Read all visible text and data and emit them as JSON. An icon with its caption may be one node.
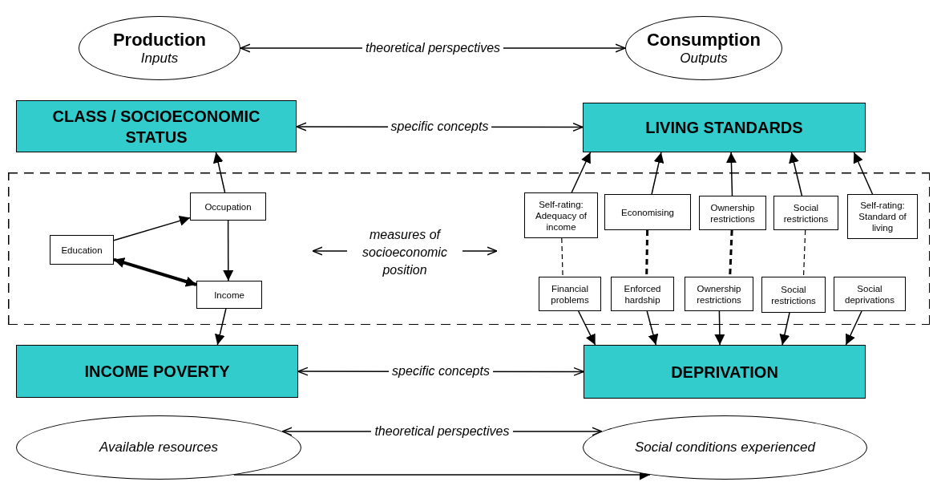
{
  "diagram": {
    "nodes": [
      {
        "text": [
          "Production",
          "Inputs"
        ]
      },
      {
        "text": [
          "Consumption",
          "Outputs"
        ]
      },
      {
        "text": [
          "CLASS / SOCIOECONOMIC STATUS"
        ]
      },
      {
        "text": [
          "LIVING STANDARDS"
        ]
      },
      {
        "text": [],
        "shape": "box"
      },
      {
        "text": [
          "Occupation"
        ],
        "in": 4
      },
      {
        "text": [
          "Education"
        ],
        "in": 4
      },
      {
        "text": [
          "Income"
        ],
        "in": 4
      },
      {
        "text": [
          "Self-rating: Adequacy of income"
        ],
        "in": 4
      },
      {
        "text": [
          "Economising"
        ],
        "in": 4
      },
      {
        "text": [
          "Ownership restrictions"
        ],
        "in": 4
      },
      {
        "text": [
          "Social restrictions"
        ],
        "in": 4
      },
      {
        "text": [
          "Self-rating: Standard of living"
        ],
        "in": 4
      },
      {
        "text": [
          "Financial problems"
        ],
        "in": 4
      },
      {
        "text": [
          "Enforced hardship"
        ],
        "in": 4
      },
      {
        "text": [
          "Ownership restrictions"
        ],
        "in": 4
      },
      {
        "text": [
          "Social restrictions"
        ],
        "in": 4
      },
      {
        "text": [
          "Social deprivations"
        ],
        "in": 4
      },
      {
        "text": [
          "INCOME POVERTY"
        ]
      },
      {
        "text": [
          "DEPRIVATION"
        ]
      },
      {
        "text": [
          "Available resources"
        ]
      },
      {
        "text": [
          "Social conditions experienced"
        ]
      }
    ],
    "edges": [
      {
        "from": 0,
        "to": 1,
        "arrow": "both",
        "label": "theoretical perspectives"
      },
      {
        "from": 2,
        "to": 3,
        "arrow": "both",
        "label": "specific concepts"
      },
      {
        "from": 6,
        "to": 5,
        "arrow": "to"
      },
      {
        "from": 5,
        "to": 7,
        "arrow": "to"
      },
      {
        "from": 6,
        "to": 7,
        "arrow": "both",
        "style": "thick"
      },
      {
        "from": 5,
        "to": 2,
        "arrow": "to"
      },
      {
        "from": 7,
        "to": 18,
        "arrow": "to"
      },
      {
        "from": 8,
        "to": 3,
        "arrow": "to"
      },
      {
        "from": 9,
        "to": 3,
        "arrow": "to"
      },
      {
        "from": 10,
        "to": 3,
        "arrow": "to"
      },
      {
        "from": 11,
        "to": 3,
        "arrow": "to"
      },
      {
        "from": 12,
        "to": 3,
        "arrow": "to"
      },
      {
        "from": 8,
        "to": 13,
        "arrow": "none",
        "style": "dashed"
      },
      {
        "from": 9,
        "to": 14,
        "arrow": "none",
        "style": "dashed"
      },
      {
        "from": 10,
        "to": 15,
        "arrow": "none",
        "style": "dashed"
      },
      {
        "from": 11,
        "to": 16,
        "arrow": "none",
        "style": "dashed"
      },
      {
        "from": 13,
        "to": 19,
        "arrow": "to"
      },
      {
        "from": 14,
        "to": 19,
        "arrow": "to"
      },
      {
        "from": 15,
        "to": 19,
        "arrow": "to"
      },
      {
        "from": 16,
        "to": 19,
        "arrow": "to"
      },
      {
        "from": 17,
        "to": 19,
        "arrow": "to"
      },
      {
        "from": 18,
        "to": 19,
        "arrow": "both",
        "label": "specific concepts"
      },
      {
        "from": 20,
        "to": 21,
        "arrow": "both",
        "label": "theoretical perspectives"
      },
      {
        "from": 20,
        "to": 21,
        "arrow": "to"
      }
    ],
    "labels": [
      "measures of socioeconomic position"
    ]
  }
}
